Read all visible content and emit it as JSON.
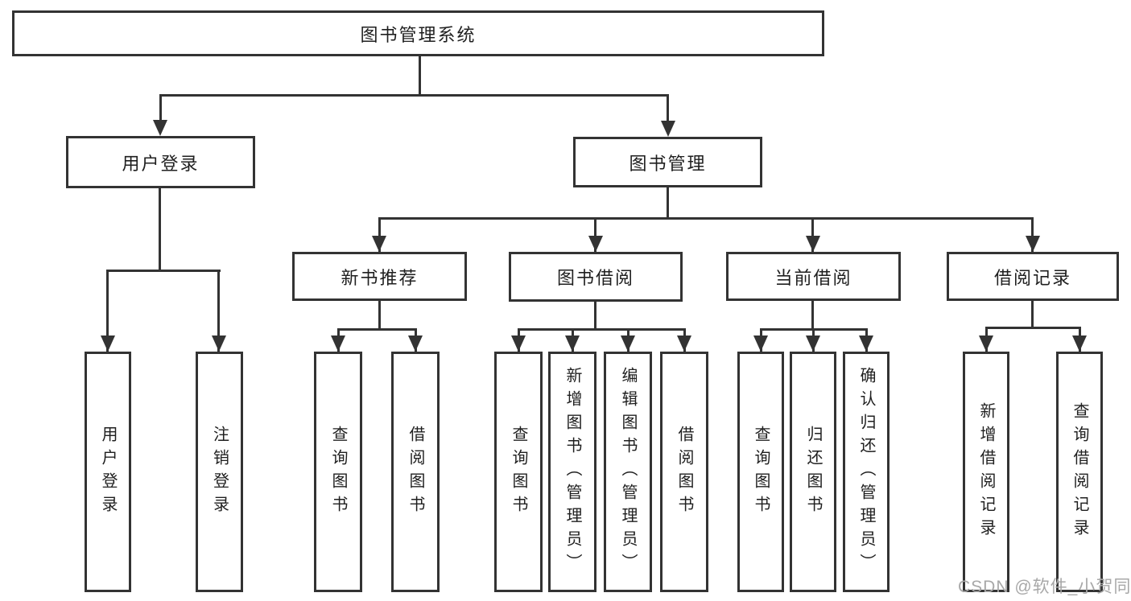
{
  "diagram_title": "图书管理系统",
  "tree": {
    "label": "图书管理系统",
    "children": [
      {
        "label": "用户登录",
        "children": [
          {
            "label": "用户登录"
          },
          {
            "label": "注销登录"
          }
        ]
      },
      {
        "label": "图书管理",
        "children": [
          {
            "label": "新书推荐",
            "children": [
              {
                "label": "查询图书"
              },
              {
                "label": "借阅图书"
              }
            ]
          },
          {
            "label": "图书借阅",
            "children": [
              {
                "label": "查询图书"
              },
              {
                "label": "新增图书（管理员）"
              },
              {
                "label": "编辑图书（管理员）"
              },
              {
                "label": "借阅图书"
              }
            ]
          },
          {
            "label": "当前借阅",
            "children": [
              {
                "label": "查询图书"
              },
              {
                "label": "归还图书"
              },
              {
                "label": "确认归还（管理员）"
              }
            ]
          },
          {
            "label": "借阅记录",
            "children": [
              {
                "label": "新增借阅记录"
              },
              {
                "label": "查询借阅记录"
              }
            ]
          }
        ]
      }
    ]
  },
  "watermark": {
    "text": "CSDN @软件_小贺同学"
  },
  "colors": {
    "line": "#333333",
    "text": "#1f1f1f",
    "watermark_text": "#a8a8a8",
    "background": "#ffffff"
  }
}
